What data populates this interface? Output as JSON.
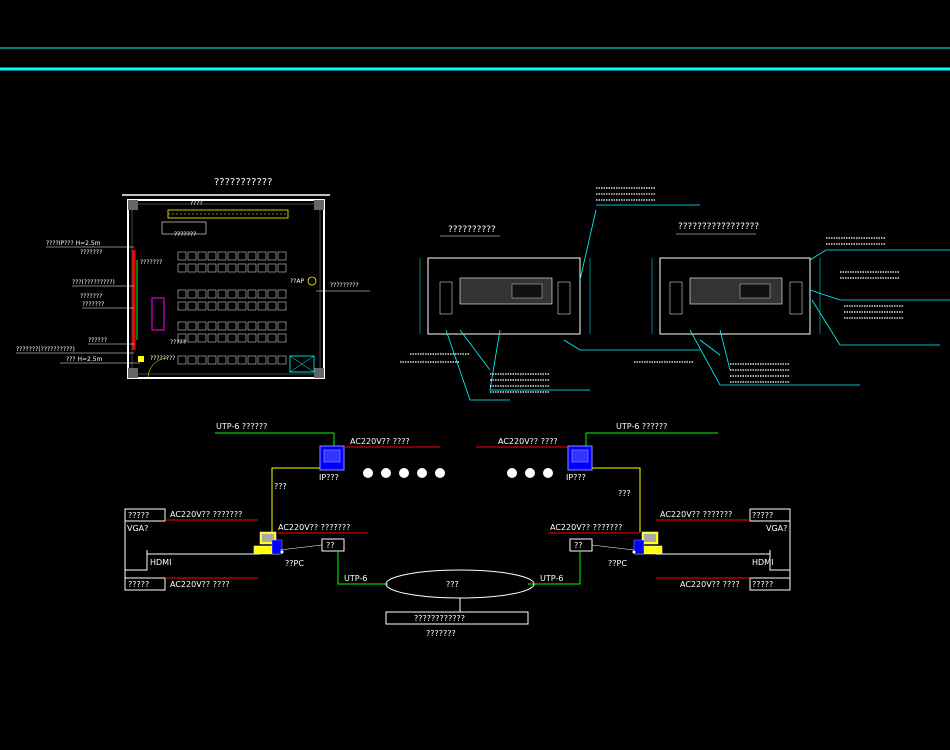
{
  "colors": {
    "background": "#000000",
    "cyan": "#00ffff",
    "white": "#ffffff",
    "green": "#00ff00",
    "yellow": "#ffff00",
    "red": "#ff0000",
    "blue": "#0000ff",
    "magenta": "#ff00ff"
  },
  "floorplan": {
    "title": "???????????",
    "top_label": "????",
    "label_podium": "???????",
    "label_ip_height": "????IP??? H=2.5m",
    "label_ip_sub": "???????",
    "label_l1": "???????",
    "label_l2": "???(?????????)",
    "label_l3": "???????",
    "label_l4": "???????",
    "label_l5": "??????",
    "label_l6": "???????(??????????)",
    "label_h25": "??? H=2.5m",
    "label_ap": "??AP",
    "label_right": "?????????",
    "label_bottom1": "?????",
    "label_bottom2": "????????"
  },
  "elevations": {
    "left_title": "??????????",
    "right_title": "?????????????????"
  },
  "network": {
    "utp_left": "UTP-6  ??????",
    "utp_right": "UTP-6  ??????",
    "ac_cam_left": "AC220V??  ????",
    "ac_cam_right": "AC220V??  ????",
    "ipcam_left": "IP???",
    "ipcam_right": "IP???",
    "conn_left": "???",
    "conn_right": "???",
    "box_tl": "?????",
    "box_bl": "?????",
    "box_tr": "?????",
    "box_br": "?????",
    "vga_left": "VGA?",
    "vga_right": "VGA?",
    "hdmi_left": "HDMI",
    "hdmi_right": "HDMI",
    "ac_tl": "AC220V??  ???????",
    "ac_bl": "AC220V??  ????",
    "ac_tr": "AC220V??  ???????",
    "ac_br": "AC220V??  ????",
    "ac_pc_left": "AC220V??  ???????",
    "ac_pc_right": "AC220V??  ???????",
    "pc_left": "??PC",
    "pc_right": "??PC",
    "switch_left": "??",
    "switch_right": "??",
    "utp6_left": "UTP-6",
    "utp6_right": "UTP-6",
    "ellipse_label": "???",
    "server_box": "????????????",
    "server_label": "???????"
  }
}
